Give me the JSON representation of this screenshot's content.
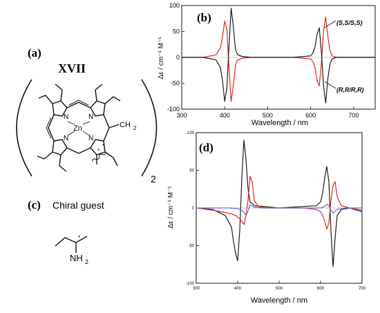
{
  "panels": {
    "a": {
      "label": "(a)",
      "compound": "XVII",
      "metal": "Zn",
      "linker": "CH",
      "linker_sub": "2",
      "multiplier": "2",
      "atom": "N"
    },
    "c": {
      "label": "(c)",
      "title": "Chiral guest",
      "amine": "NH",
      "amine_sub": "2",
      "stereo_mark": "*"
    },
    "b": {
      "label": "(b)",
      "legend_top": "(S,S/S,S)",
      "legend_bottom": "(R,R/R,R)"
    },
    "d": {
      "label": "(d)"
    }
  },
  "colors": {
    "red": "#e8221b",
    "black": "#1a1a1a",
    "blue": "#6a6ad8"
  },
  "chart_data": [
    {
      "type": "line",
      "panel": "(b)",
      "xlabel": "Wavelength / nm",
      "ylabel": "Δε / cm⁻¹ M⁻¹",
      "xlim": [
        300,
        750
      ],
      "ylim": [
        -100,
        100
      ],
      "xticks": [
        300,
        400,
        500,
        600,
        700
      ],
      "yticks": [
        -100,
        -50,
        0,
        50,
        100
      ],
      "series": [
        {
          "name": "(S,S/S,S)",
          "color": "#e8221b",
          "x": [
            300,
            350,
            380,
            390,
            395,
            400,
            405,
            410,
            415,
            420,
            425,
            430,
            440,
            460,
            500,
            560,
            600,
            605,
            610,
            615,
            620,
            625,
            630,
            635,
            640,
            645,
            650,
            660,
            700,
            750
          ],
          "y": [
            0,
            0,
            5,
            18,
            40,
            70,
            55,
            -20,
            -85,
            -55,
            -15,
            -5,
            -2,
            0,
            0,
            0,
            -3,
            -8,
            -20,
            -45,
            -55,
            -10,
            50,
            78,
            40,
            12,
            3,
            0,
            0,
            0
          ]
        },
        {
          "name": "(R,R/R,R)",
          "color": "#1a1a1a",
          "x": [
            300,
            350,
            380,
            390,
            395,
            400,
            405,
            410,
            415,
            420,
            425,
            430,
            440,
            460,
            500,
            560,
            600,
            605,
            610,
            615,
            620,
            625,
            630,
            635,
            640,
            645,
            650,
            660,
            700,
            750
          ],
          "y": [
            0,
            0,
            -5,
            -20,
            -45,
            -85,
            -60,
            20,
            95,
            60,
            15,
            5,
            2,
            0,
            0,
            0,
            3,
            8,
            20,
            45,
            57,
            10,
            -55,
            -88,
            -40,
            -12,
            -3,
            0,
            0,
            0
          ]
        }
      ]
    },
    {
      "type": "line",
      "panel": "(d)",
      "xlabel": "Wavelength  / nm",
      "ylabel": "Δε / cm⁻¹ M⁻¹",
      "xlim": [
        300,
        700
      ],
      "ylim": [
        -100,
        100
      ],
      "xticks": [
        300,
        400,
        500,
        600,
        700
      ],
      "yticks": [
        -100,
        -50,
        0,
        50,
        100
      ],
      "series": [
        {
          "color": "#1a1a1a",
          "x": [
            300,
            340,
            370,
            385,
            390,
            395,
            400,
            405,
            410,
            415,
            420,
            425,
            430,
            440,
            460,
            500,
            560,
            590,
            600,
            605,
            610,
            615,
            620,
            625,
            630,
            635,
            640,
            650,
            670,
            700
          ],
          "y": [
            0,
            -2,
            -10,
            -25,
            -45,
            -60,
            -70,
            -30,
            40,
            90,
            65,
            25,
            8,
            3,
            2,
            0,
            2,
            3,
            8,
            20,
            40,
            55,
            35,
            -30,
            -78,
            -40,
            -10,
            -2,
            0,
            -5
          ]
        },
        {
          "color": "#e8221b",
          "x": [
            300,
            340,
            370,
            385,
            395,
            400,
            405,
            410,
            415,
            420,
            425,
            430,
            435,
            440,
            450,
            470,
            500,
            560,
            590,
            600,
            605,
            610,
            615,
            620,
            625,
            630,
            635,
            640,
            650,
            670,
            700
          ],
          "y": [
            0,
            -3,
            -6,
            -8,
            -10,
            -12,
            -14,
            -18,
            -22,
            -10,
            10,
            42,
            35,
            10,
            2,
            0,
            0,
            0,
            -2,
            -5,
            -10,
            -18,
            -28,
            -20,
            10,
            30,
            35,
            15,
            3,
            0,
            -3
          ]
        },
        {
          "color": "#6a6ad8",
          "x": [
            300,
            380,
            400,
            410,
            415,
            420,
            425,
            430,
            440,
            460,
            500,
            580,
            600,
            610,
            615,
            620,
            625,
            630,
            640,
            660,
            700
          ],
          "y": [
            0,
            0,
            -1,
            -3,
            -6,
            -10,
            -4,
            4,
            1,
            0,
            0,
            0,
            0,
            2,
            5,
            3,
            -3,
            -7,
            -2,
            0,
            0
          ]
        }
      ]
    }
  ]
}
